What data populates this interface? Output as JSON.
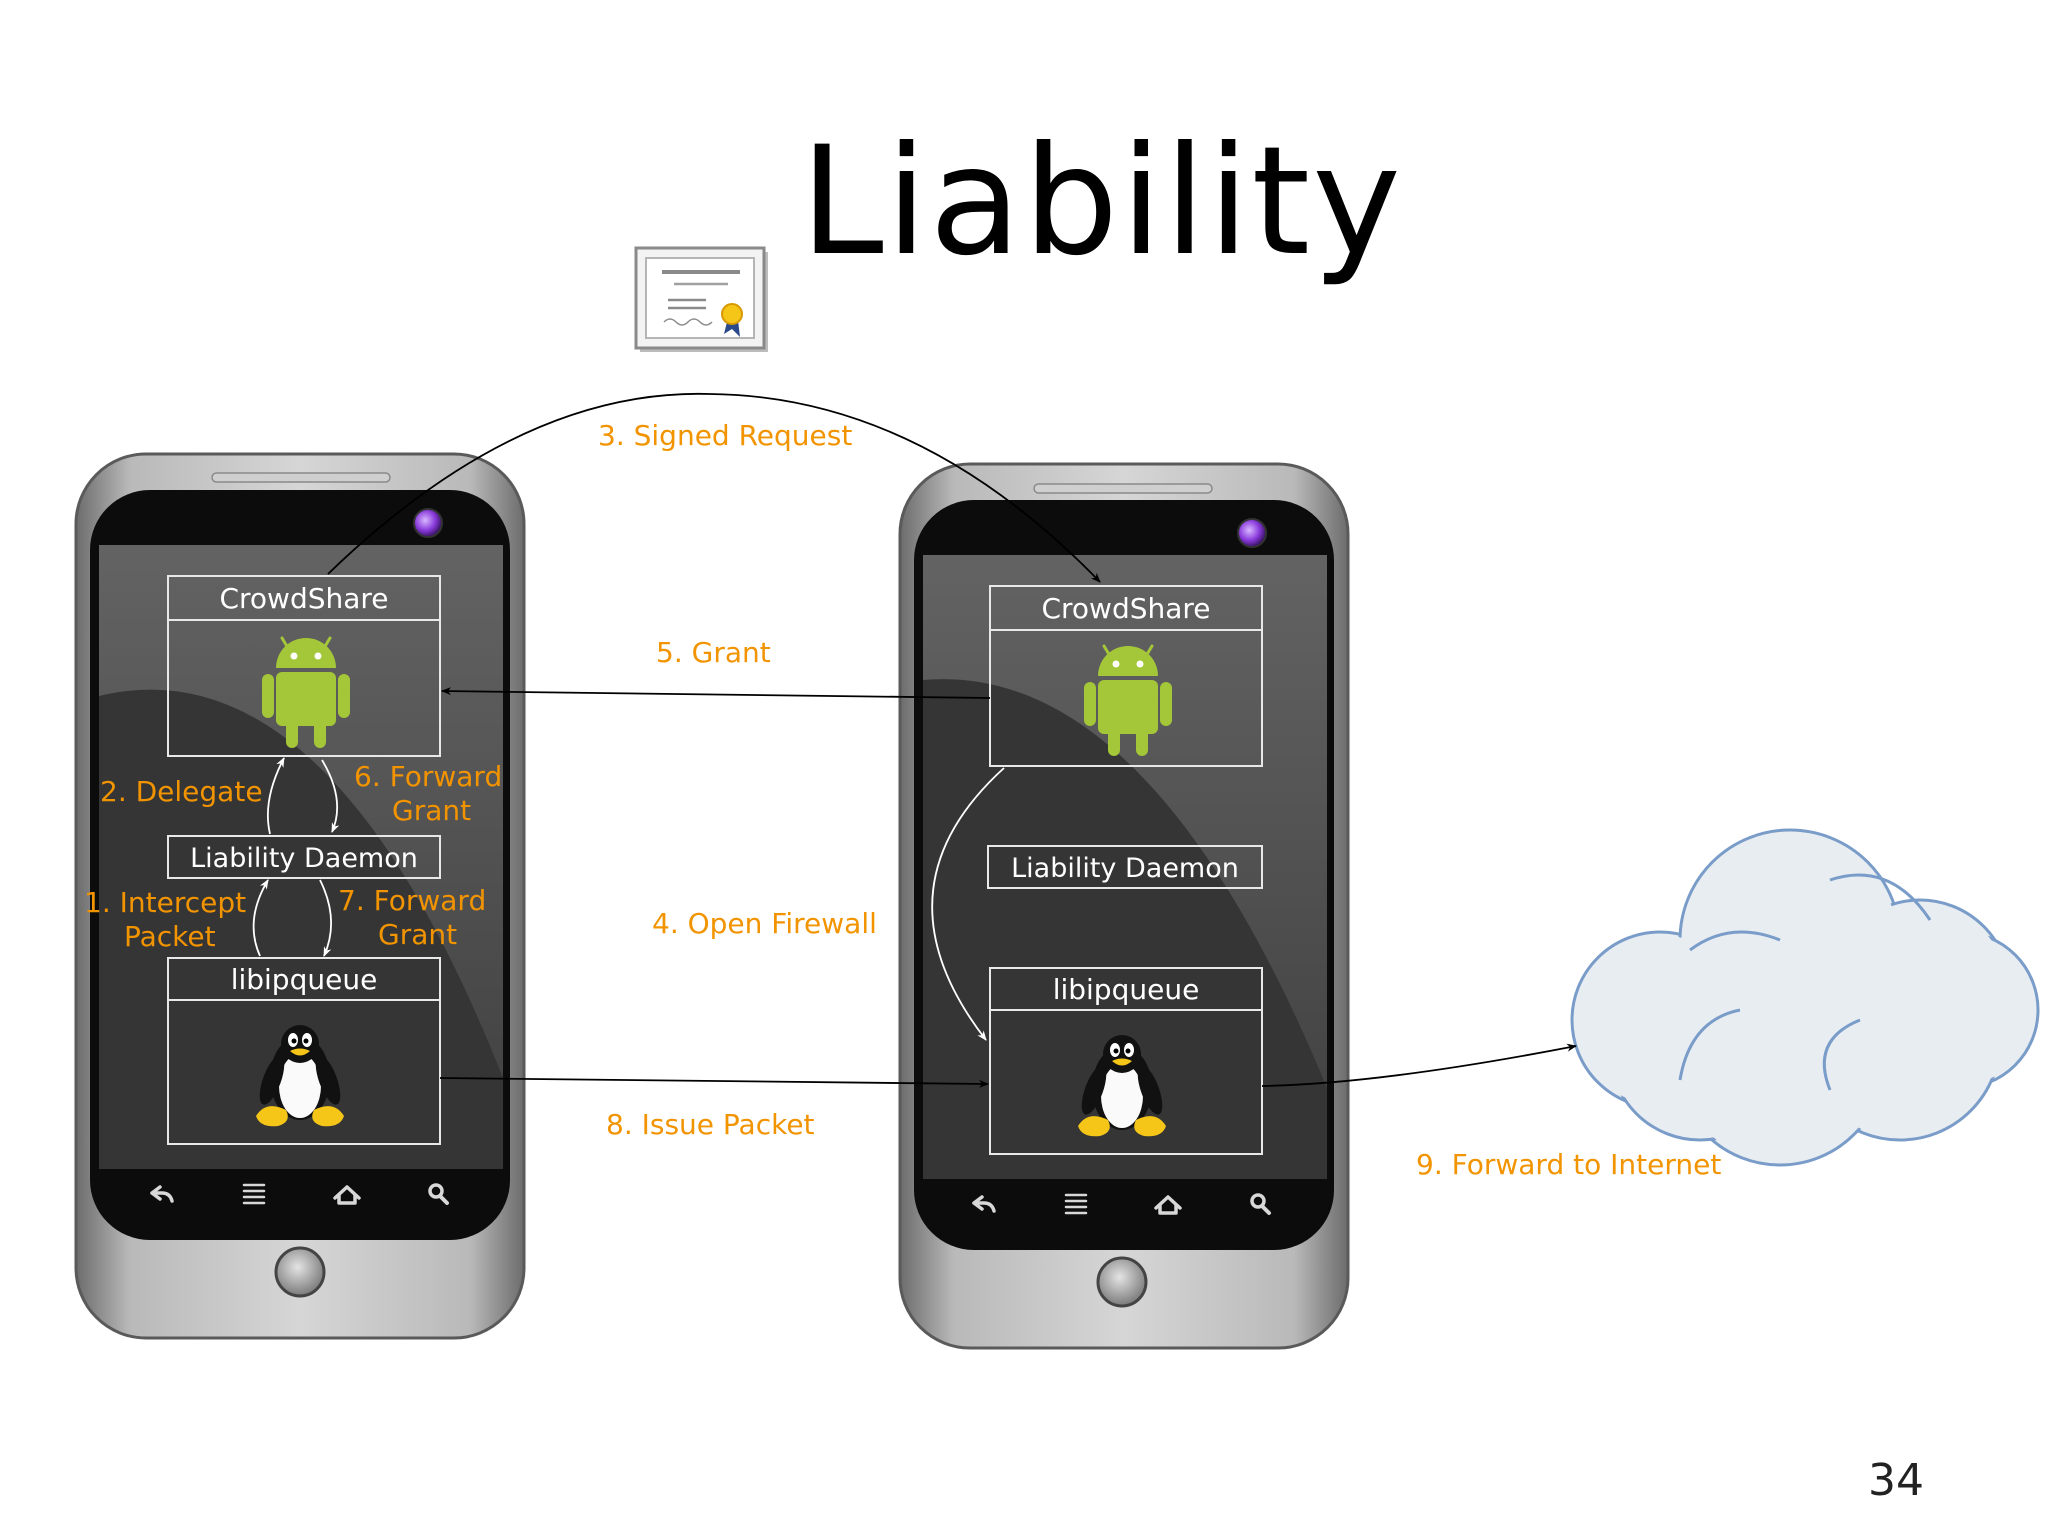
{
  "slide": {
    "title": "Liability",
    "page_number": "34"
  },
  "colors": {
    "label": "#f29400",
    "box_border": "#e8e8e8",
    "android_green": "#a4c639",
    "cloud_fill": "#e8edf2",
    "cloud_stroke": "#7a9cc9"
  },
  "phones": {
    "left": {
      "crowdshare_label": "CrowdShare",
      "daemon_label": "Liability Daemon",
      "libipqueue_label": "libipqueue"
    },
    "right": {
      "crowdshare_label": "CrowdShare",
      "daemon_label": "Liability Daemon",
      "libipqueue_label": "libipqueue"
    }
  },
  "steps": {
    "s1a": "1. Intercept",
    "s1b": "Packet",
    "s2": "2. Delegate",
    "s3": "3. Signed Request",
    "s4": "4. Open Firewall",
    "s5": "5. Grant",
    "s6a": "6. Forward",
    "s6b": "Grant",
    "s7a": "7. Forward",
    "s7b": "Grant",
    "s8": "8. Issue Packet",
    "s9": "9. Forward to Internet"
  },
  "icons": {
    "certificate": "certificate-icon",
    "android": "android-robot-icon",
    "tux": "linux-penguin-icon",
    "cloud": "internet-cloud-icon",
    "nav": [
      "back-icon",
      "menu-icon",
      "home-icon",
      "search-icon"
    ]
  }
}
